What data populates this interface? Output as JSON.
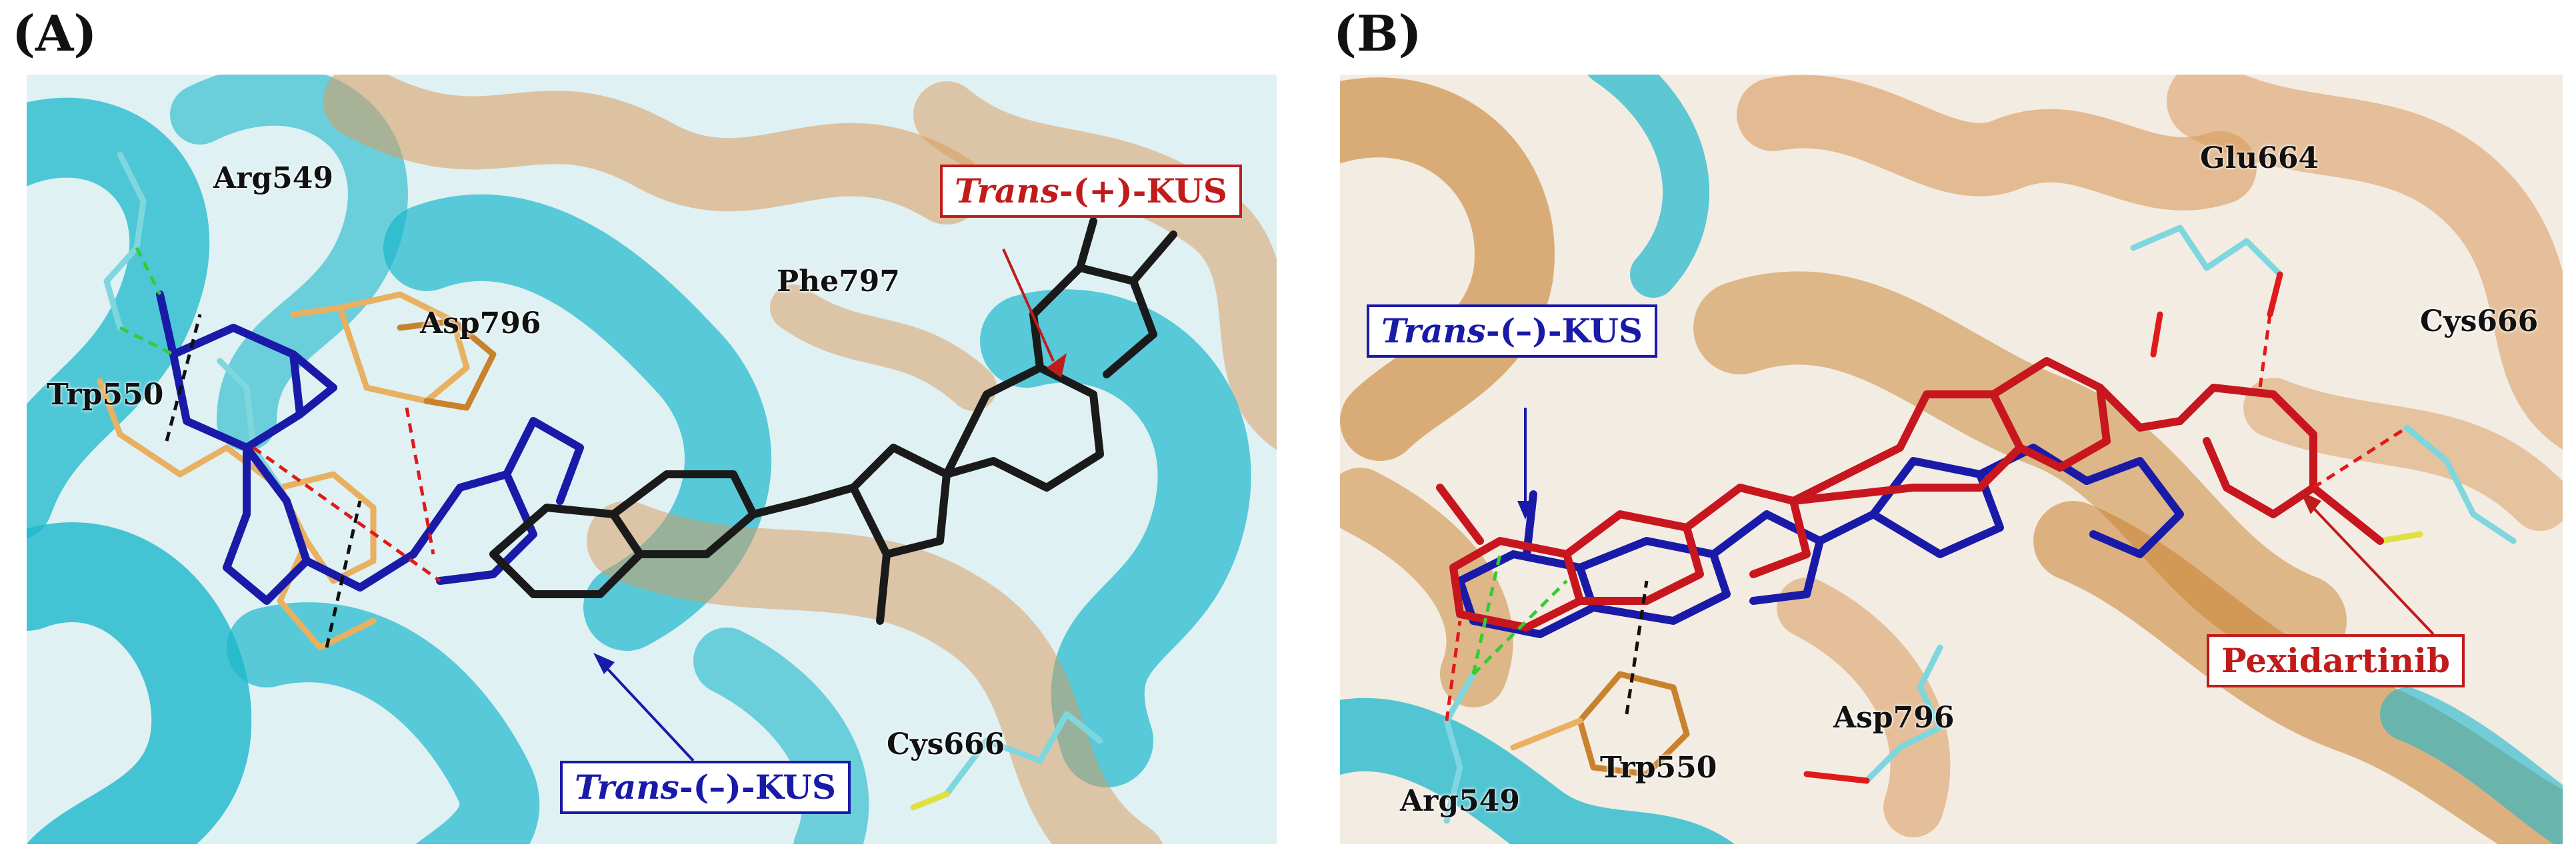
{
  "panels": [
    {
      "letter": "(A)",
      "residues": [
        "Arg549",
        "Trp550",
        "Asp796",
        "Phe797",
        "Cys666"
      ],
      "ligand_labels": [
        {
          "prefix": "Trans",
          "suffix": "-(+)-KUS",
          "color": "#c01c1c"
        },
        {
          "prefix": "Trans",
          "suffix": "-(–)-KUS",
          "color": "#1a1aa8"
        }
      ]
    },
    {
      "letter": "(B)",
      "residues": [
        "Glu664",
        "Cys666",
        "Asp796",
        "Arg549",
        "Trp550"
      ],
      "ligand_labels": [
        {
          "prefix": "Trans",
          "suffix": "-(–)-KUS",
          "color": "#1a1aa8"
        },
        {
          "prefix": "",
          "suffix": "Pexidartinib",
          "color": "#c01c1c"
        }
      ]
    }
  ],
  "colors": {
    "protein_helix": "#1cb8cc",
    "protein_sheet": "#d99a5c",
    "ligand_blue": "#1a1aa8",
    "ligand_red": "#c8161e",
    "ligand_black": "#1a1a1a",
    "residue_tan": "#e8b060",
    "hbond_green": "#33cc33",
    "hbond_red": "#e01a1a"
  }
}
